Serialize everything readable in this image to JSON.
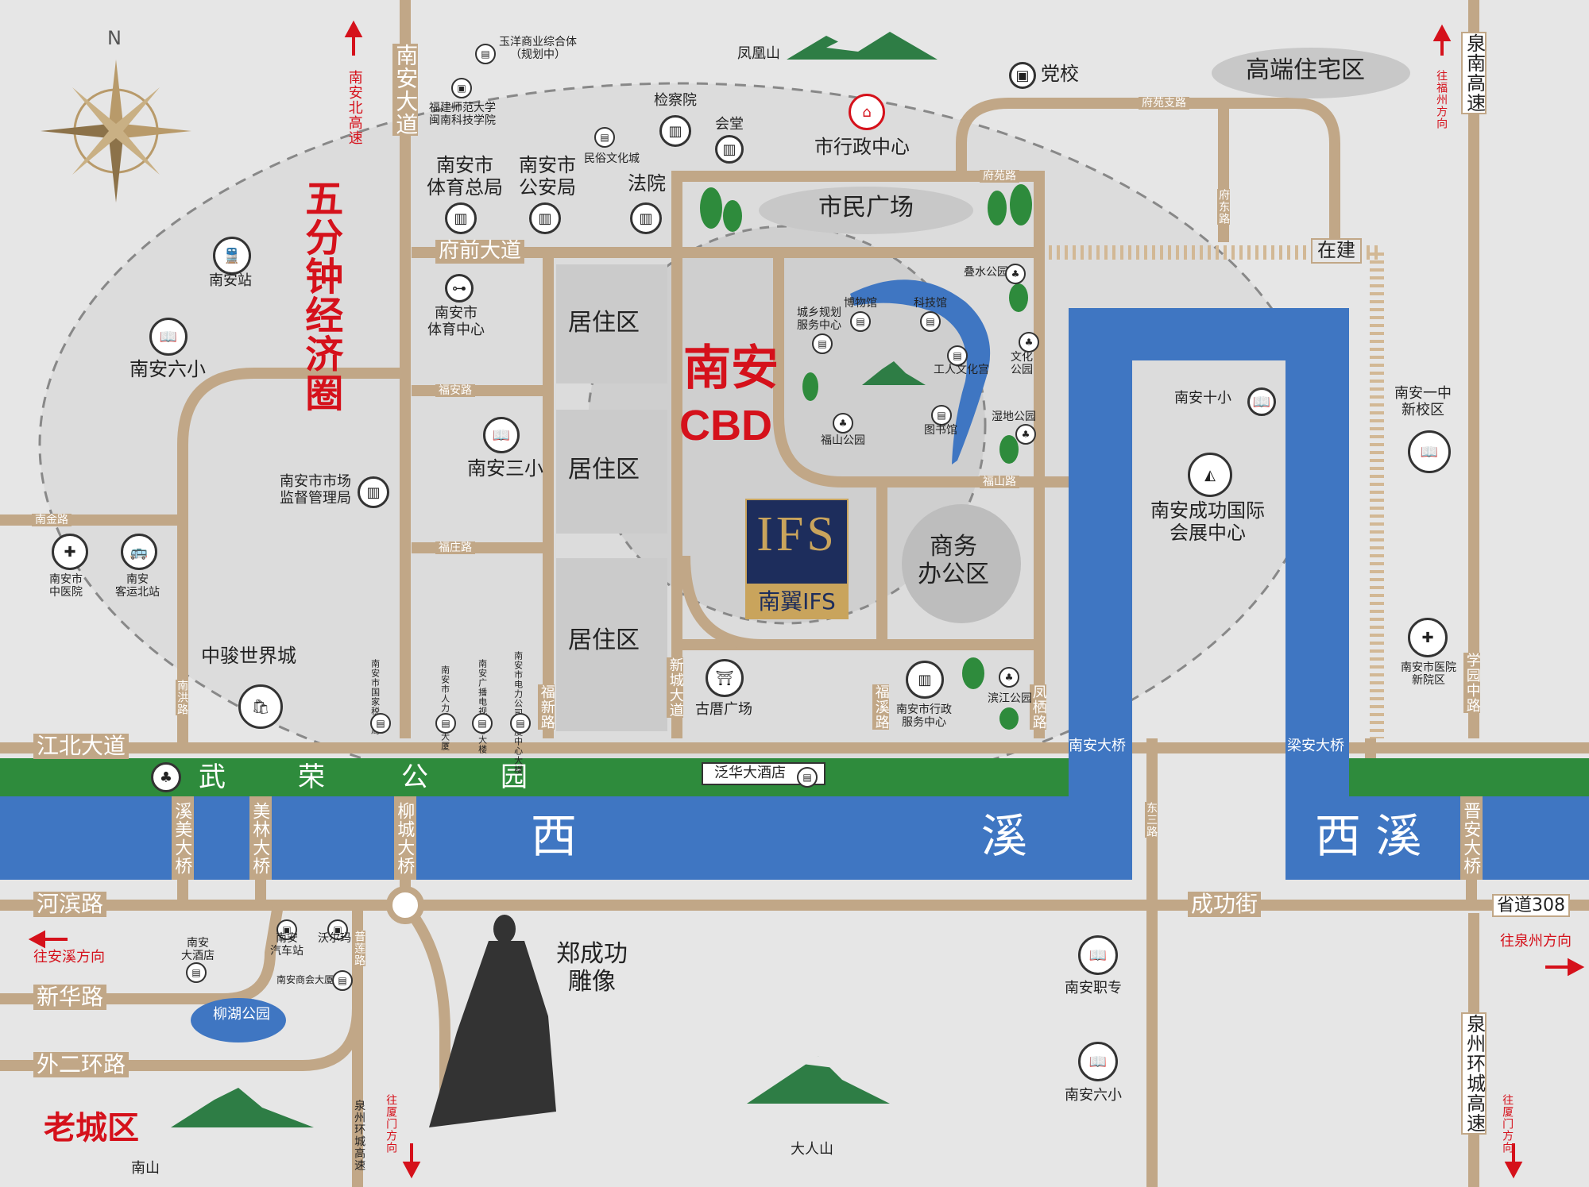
{
  "compass": {
    "north": "N"
  },
  "district": {
    "cbd_line1": "南安",
    "cbd_line2": "CBD",
    "economic_circle": "五分钟经济圈",
    "old_town": "老城区",
    "high_end_residential": "高端住宅区",
    "business_office": "商务\n办公区",
    "citizen_square": "市民广场",
    "under_construction": "在建"
  },
  "project": {
    "logo_en": "IFS",
    "logo_cn": "南翼IFS"
  },
  "rivers": {
    "xixi_left": "西",
    "xixi_right": "溪",
    "xixi_east": "西 溪"
  },
  "parks": {
    "wurong": [
      "武",
      "荣",
      "公",
      "园"
    ],
    "liuhu": "柳湖公园",
    "fushan": "福山公园",
    "culture": "文化\n公园",
    "wetland": "湿地公园",
    "binjiang": "滨江公园",
    "dieshui": "叠水公园"
  },
  "roads": {
    "nanan_avenue": "南安大道",
    "fuqian_avenue": "府前大道",
    "fuan_road": "福安路",
    "fuzhuang_road": "福庄路",
    "fushan_road": "福山路",
    "fuyuan_road": "府苑路",
    "fuyuan_branch": "府苑支路",
    "fudong_road": "府东路",
    "nanjin_road": "南金路",
    "nanhong_road": "南洪路",
    "fuxin_road": "福新路",
    "xincheng_avenue": "新城大道",
    "fuxi_road": "福溪路",
    "fengqi_road": "凤栖路",
    "xuyuanzhong_road": "学园中路",
    "jiangbei_avenue": "江北大道",
    "nanan_bridge": "南安大桥",
    "liangan_bridge": "梁安大桥",
    "xumei_bridge": "溪美大桥",
    "meilin_bridge": "美林大桥",
    "liucheng_bridge": "柳城大桥",
    "jinan_bridge": "晋安大桥",
    "dongsan_road": "东三路",
    "hebin_road": "河滨路",
    "chenggong_street": "成功街",
    "provincial_308": "省道308",
    "xinhua_road": "新华路",
    "outer_ring2": "外二环路",
    "pulian_road": "普莲路",
    "quanzhou_ring_expressway": "泉州环城高速",
    "nanan_north_expressway": "南安北高速",
    "quannan_expressway": "泉南高速"
  },
  "directions": {
    "to_fuzhou": "往福州方向",
    "to_anxi": "往安溪方向",
    "to_quanzhou": "往泉州方向",
    "to_xiamen_left": "往厦门方向",
    "to_xiamen_right": "往厦门方向"
  },
  "zones": {
    "residential": "居住区"
  },
  "pois": {
    "yuyang": "玉洋商业综合体\n（规划中）",
    "fenghuang_mt": "凤凰山",
    "party_school": "党校",
    "fjnu": "福建师范大学\n闽南科技学院",
    "procuratorate": "检察院",
    "auditorium": "会堂",
    "city_government": "市行政中心",
    "sports_bureau": "南安市\n体育总局",
    "police_bureau": "南安市\n公安局",
    "folk_city": "民俗文化城",
    "court": "法院",
    "nanan_station": "南安站",
    "sports_center": "南安市\n体育中心",
    "nanan_no6_primary_left": "南安六小",
    "planning_center": "城乡规划\n服务中心",
    "museum": "博物馆",
    "science_museum": "科技馆",
    "workers_palace": "工人文化宫",
    "library": "图书馆",
    "nanan_no3_primary": "南安三小",
    "market_bureau": "南安市市场\n监督管理局",
    "tcm_hospital": "南安市\n中医院",
    "north_bus_station": "南安\n客运北站",
    "zhongjun_world": "中骏世界城",
    "tax_bureau": "南安市国家税务局",
    "hr_building": "南安市人力资源大厦",
    "radio_tv": "南安广播电视中心大楼",
    "power_company": "南安市电力公司调度中心大楼",
    "gucuo_square": "古厝广场",
    "admin_service": "南安市行政\n服务中心",
    "nanan_no10_primary": "南安十小",
    "expo_center": "南安成功国际\n会展中心",
    "no1_high_new": "南安一中\n新校区",
    "hospital_new": "南安市医院\n新院区",
    "fanhua_hotel": "泛华大酒店",
    "nanan_hotel": "南安\n大酒店",
    "nanan_bus_station": "南安\n汽车站",
    "walmart": "沃尔玛",
    "chamber_building": "南安商会大厦",
    "zcg_statue": "郑成功\n雕像",
    "vocational_school": "南安职专",
    "nanan_no6_primary_right": "南安六小",
    "darenshan": "大人山",
    "nanshan": "南山"
  },
  "colors": {
    "road": "#c1a787",
    "river": "#3f76c2",
    "park": "#2e8b3c",
    "red": "#d5111b",
    "bg": "#e6e6e6",
    "logo_bg": "#1d2d5c",
    "logo_gold": "#c9a45c"
  }
}
